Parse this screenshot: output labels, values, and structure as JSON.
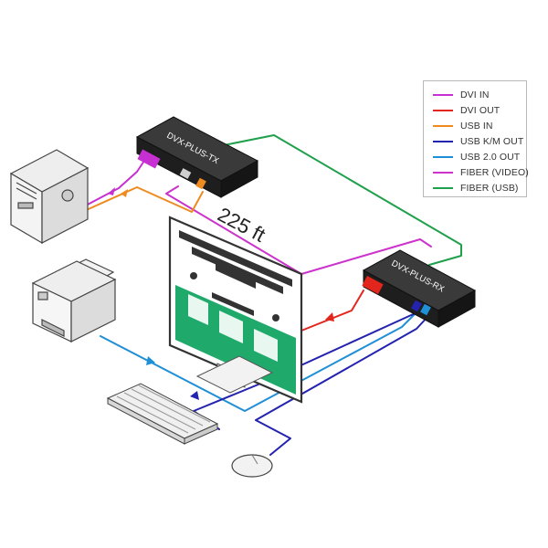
{
  "devices": {
    "tx_label": "DVX-PLUS-TX",
    "rx_label": "DVX-PLUS-RX"
  },
  "distance_label": "225 ft",
  "legend": [
    {
      "label": "DVI IN",
      "color": "#c62fd1"
    },
    {
      "label": "DVI OUT",
      "color": "#e3261d"
    },
    {
      "label": "USB IN",
      "color": "#ee8a1f"
    },
    {
      "label": "USB K/M OUT",
      "color": "#2323b0"
    },
    {
      "label": "USB 2.0 OUT",
      "color": "#1f8fd6"
    },
    {
      "label": "FIBER (VIDEO)",
      "color": "#cc33cc"
    },
    {
      "label": "FIBER (USB)",
      "color": "#1fa04a"
    }
  ],
  "colors": {
    "monitor_green": "#1faa6b",
    "device_body": "#1e1e1e"
  },
  "icons": [
    "computer-tower-icon",
    "printer-icon",
    "monitor-icon",
    "keyboard-icon",
    "mouse-icon"
  ]
}
